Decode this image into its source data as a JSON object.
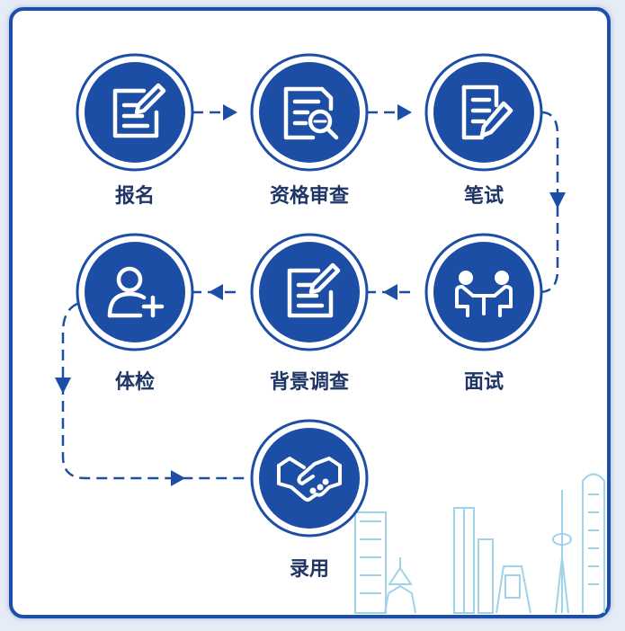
{
  "diagram": {
    "steps": [
      {
        "label": "报名",
        "icon": "edit-form-icon"
      },
      {
        "label": "资格审查",
        "icon": "document-search-icon"
      },
      {
        "label": "笔试",
        "icon": "document-pen-icon"
      },
      {
        "label": "面试",
        "icon": "interview-table-icon"
      },
      {
        "label": "背景调查",
        "icon": "edit-form-icon"
      },
      {
        "label": "体检",
        "icon": "add-user-icon"
      },
      {
        "label": "录用",
        "icon": "handshake-icon"
      }
    ],
    "colors": {
      "circle": "#1c4ea6",
      "ring": "#1c4ea6",
      "arrow": "#1c4ea6",
      "label": "#1f3566",
      "frame": "#1b4fa8",
      "skyline": "#9fd3ea"
    }
  }
}
